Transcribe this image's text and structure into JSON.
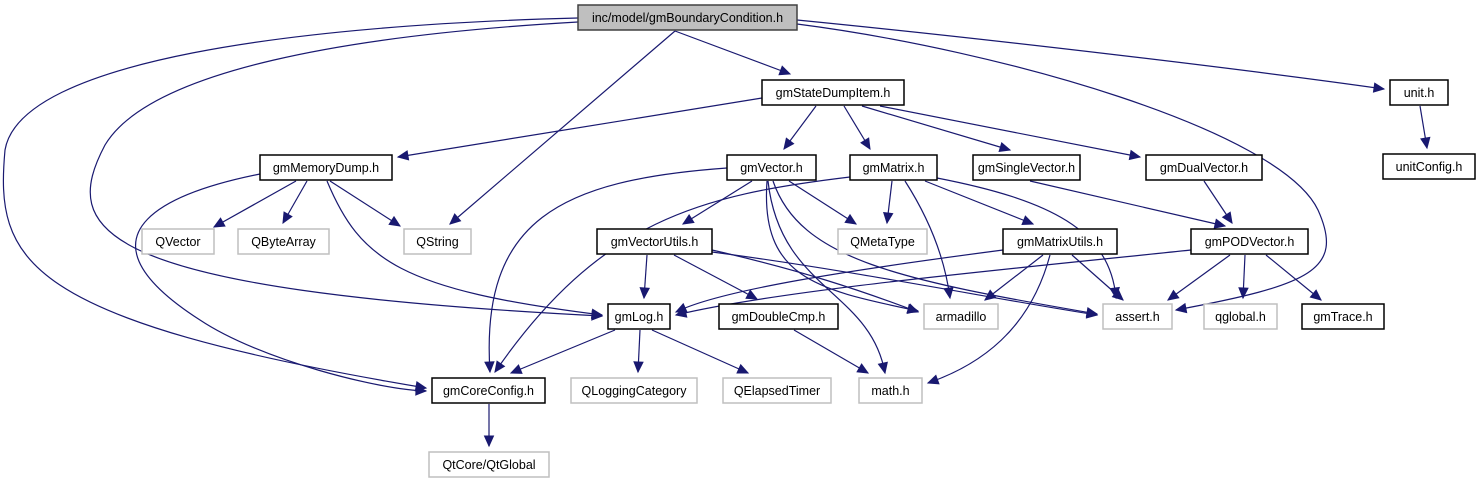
{
  "graph": {
    "title": "inc/model/gmBoundaryCondition.h",
    "colors": {
      "edge": "#191970",
      "root_fill": "#bfbfbf",
      "local_border": "#000000",
      "external_border": "#bfbfbf"
    },
    "nodes": [
      {
        "id": "root",
        "label": "inc/model/gmBoundaryCondition.h",
        "kind": "root"
      },
      {
        "id": "stateDumpItem",
        "label": "gmStateDumpItem.h",
        "kind": "local"
      },
      {
        "id": "unit",
        "label": "unit.h",
        "kind": "local"
      },
      {
        "id": "unitConfig",
        "label": "unitConfig.h",
        "kind": "local"
      },
      {
        "id": "memoryDump",
        "label": "gmMemoryDump.h",
        "kind": "local"
      },
      {
        "id": "vector",
        "label": "gmVector.h",
        "kind": "local"
      },
      {
        "id": "matrix",
        "label": "gmMatrix.h",
        "kind": "local"
      },
      {
        "id": "singleVector",
        "label": "gmSingleVector.h",
        "kind": "local"
      },
      {
        "id": "dualVector",
        "label": "gmDualVector.h",
        "kind": "local"
      },
      {
        "id": "qvector",
        "label": "QVector",
        "kind": "external"
      },
      {
        "id": "qbytearray",
        "label": "QByteArray",
        "kind": "external"
      },
      {
        "id": "qstring",
        "label": "QString",
        "kind": "external"
      },
      {
        "id": "vectorUtils",
        "label": "gmVectorUtils.h",
        "kind": "local"
      },
      {
        "id": "qmetatype",
        "label": "QMetaType",
        "kind": "external"
      },
      {
        "id": "matrixUtils",
        "label": "gmMatrixUtils.h",
        "kind": "local"
      },
      {
        "id": "podVector",
        "label": "gmPODVector.h",
        "kind": "local"
      },
      {
        "id": "log",
        "label": "gmLog.h",
        "kind": "local"
      },
      {
        "id": "doubleCmp",
        "label": "gmDoubleCmp.h",
        "kind": "local"
      },
      {
        "id": "armadillo",
        "label": "armadillo",
        "kind": "external"
      },
      {
        "id": "assert",
        "label": "assert.h",
        "kind": "external"
      },
      {
        "id": "qglobal",
        "label": "qglobal.h",
        "kind": "external"
      },
      {
        "id": "trace",
        "label": "gmTrace.h",
        "kind": "local"
      },
      {
        "id": "coreConfig",
        "label": "gmCoreConfig.h",
        "kind": "local"
      },
      {
        "id": "qloggingcategory",
        "label": "QLoggingCategory",
        "kind": "external"
      },
      {
        "id": "qelapsedtimer",
        "label": "QElapsedTimer",
        "kind": "external"
      },
      {
        "id": "math",
        "label": "math.h",
        "kind": "external"
      },
      {
        "id": "qtglobal",
        "label": "QtCore/QtGlobal",
        "kind": "external"
      }
    ],
    "edges": [
      {
        "from": "root",
        "to": "stateDumpItem"
      },
      {
        "from": "root",
        "to": "qstring"
      },
      {
        "from": "root",
        "to": "unit"
      },
      {
        "from": "root",
        "to": "assert"
      },
      {
        "from": "root",
        "to": "log"
      },
      {
        "from": "root",
        "to": "coreConfig"
      },
      {
        "from": "unit",
        "to": "unitConfig"
      },
      {
        "from": "stateDumpItem",
        "to": "memoryDump"
      },
      {
        "from": "stateDumpItem",
        "to": "vector"
      },
      {
        "from": "stateDumpItem",
        "to": "matrix"
      },
      {
        "from": "stateDumpItem",
        "to": "singleVector"
      },
      {
        "from": "stateDumpItem",
        "to": "dualVector"
      },
      {
        "from": "memoryDump",
        "to": "qvector"
      },
      {
        "from": "memoryDump",
        "to": "qbytearray"
      },
      {
        "from": "memoryDump",
        "to": "qstring"
      },
      {
        "from": "memoryDump",
        "to": "log"
      },
      {
        "from": "memoryDump",
        "to": "coreConfig"
      },
      {
        "from": "vector",
        "to": "vectorUtils"
      },
      {
        "from": "vector",
        "to": "qmetatype"
      },
      {
        "from": "vector",
        "to": "armadillo"
      },
      {
        "from": "vector",
        "to": "assert"
      },
      {
        "from": "vector",
        "to": "math"
      },
      {
        "from": "vector",
        "to": "coreConfig"
      },
      {
        "from": "matrix",
        "to": "qmetatype"
      },
      {
        "from": "matrix",
        "to": "matrixUtils"
      },
      {
        "from": "matrix",
        "to": "armadillo"
      },
      {
        "from": "matrix",
        "to": "assert"
      },
      {
        "from": "matrix",
        "to": "coreConfig"
      },
      {
        "from": "singleVector",
        "to": "podVector"
      },
      {
        "from": "dualVector",
        "to": "podVector"
      },
      {
        "from": "vectorUtils",
        "to": "log"
      },
      {
        "from": "vectorUtils",
        "to": "doubleCmp"
      },
      {
        "from": "vectorUtils",
        "to": "armadillo"
      },
      {
        "from": "vectorUtils",
        "to": "assert"
      },
      {
        "from": "matrixUtils",
        "to": "log"
      },
      {
        "from": "matrixUtils",
        "to": "armadillo"
      },
      {
        "from": "matrixUtils",
        "to": "assert"
      },
      {
        "from": "matrixUtils",
        "to": "math"
      },
      {
        "from": "podVector",
        "to": "log"
      },
      {
        "from": "podVector",
        "to": "assert"
      },
      {
        "from": "podVector",
        "to": "qglobal"
      },
      {
        "from": "podVector",
        "to": "trace"
      },
      {
        "from": "log",
        "to": "coreConfig"
      },
      {
        "from": "log",
        "to": "qloggingcategory"
      },
      {
        "from": "log",
        "to": "qelapsedtimer"
      },
      {
        "from": "doubleCmp",
        "to": "math"
      },
      {
        "from": "coreConfig",
        "to": "qtglobal"
      }
    ]
  }
}
